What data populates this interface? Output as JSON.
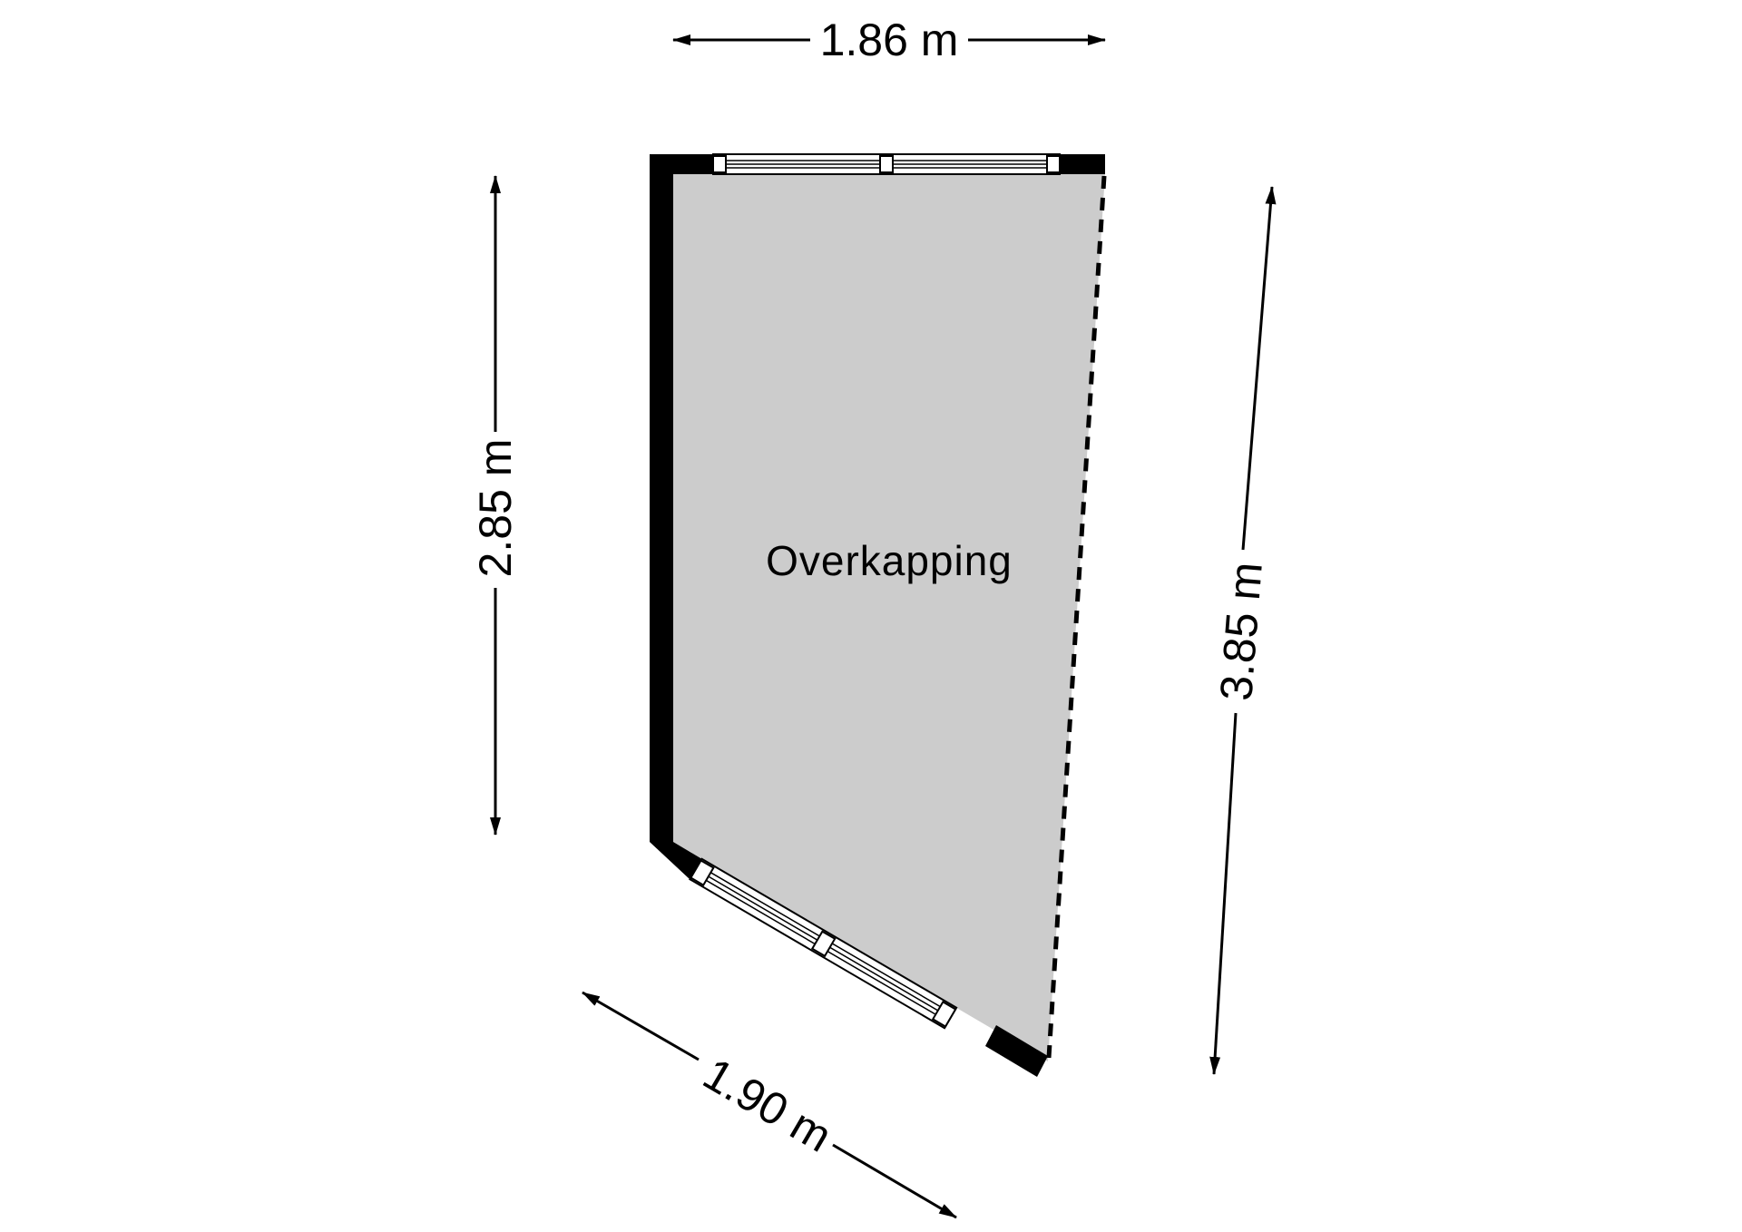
{
  "room": {
    "name": "Overkapping"
  },
  "dimensions": {
    "top": "1.86 m",
    "left": "2.85 m",
    "right": "3.85 m",
    "bottom": "1.90 m"
  },
  "colors": {
    "floor": "#cccccc",
    "wall": "#000000",
    "background": "#ffffff"
  }
}
